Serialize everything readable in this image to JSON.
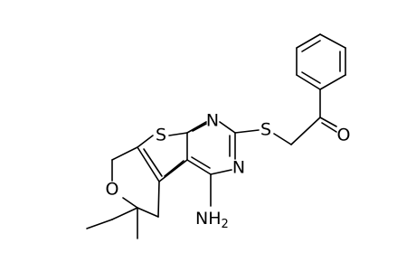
{
  "molecule": {
    "atom_labels": {
      "thiophene_s": "S",
      "thioether_s": "S",
      "pyrimidine_n_upper": "N",
      "pyrimidine_n_lower": "N",
      "ketone_o": "O",
      "pyran_o": "O",
      "amino_group": "NH2"
    },
    "amino_main": "NH",
    "amino_subscript": "2"
  }
}
